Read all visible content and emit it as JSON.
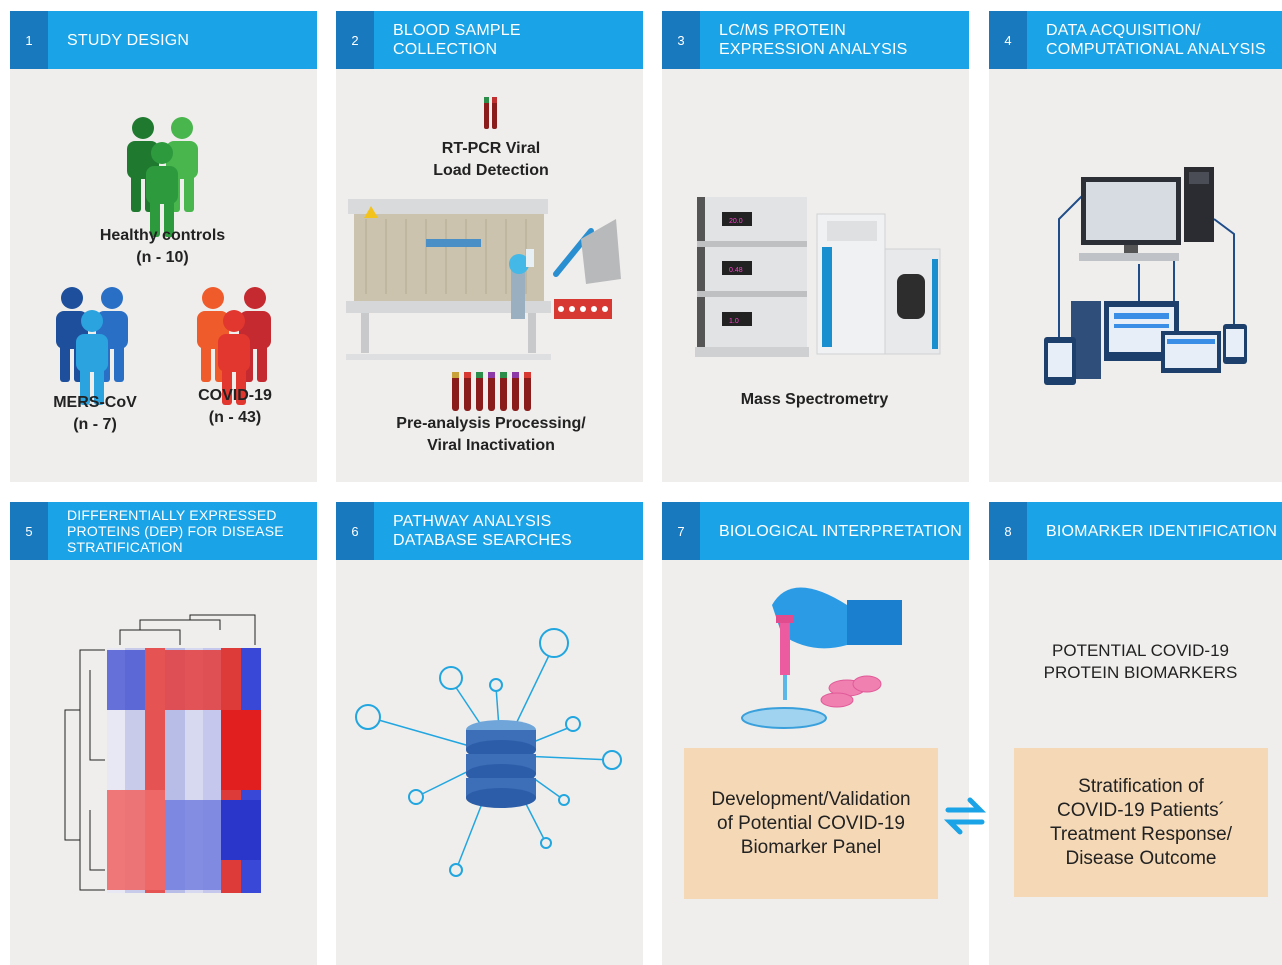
{
  "panels": [
    {
      "num": "1",
      "title": "STUDY DESIGN"
    },
    {
      "num": "2",
      "title": "BLOOD SAMPLE\nCOLLECTION"
    },
    {
      "num": "3",
      "title": "LC/MS PROTEIN\nEXPRESSION ANALYSIS"
    },
    {
      "num": "4",
      "title": "DATA ACQUISITION/\nCOMPUTATIONAL ANALYSIS"
    },
    {
      "num": "5",
      "title": "DIFFERENTIALLY EXPRESSED\nPROTEINS (DEP) FOR DISEASE\nSTRATIFICATION"
    },
    {
      "num": "6",
      "title": "PATHWAY ANALYSIS\nDATABASE SEARCHES"
    },
    {
      "num": "7",
      "title": "BIOLOGICAL INTERPRETATION"
    },
    {
      "num": "8",
      "title": "BIOMARKER IDENTIFICATION"
    }
  ],
  "study_design": {
    "healthy_label": "Healthy controls",
    "healthy_n": "(n - 10)",
    "mers_label": "MERS-CoV",
    "mers_n": "(n - 7)",
    "covid_label": "COVID-19",
    "covid_n": "(n - 43)"
  },
  "blood_sample": {
    "rtpcr": "RT-PCR Viral\nLoad Detection",
    "preanalysis": "Pre-analysis Processing/\nViral Inactivation"
  },
  "lcms": {
    "label": "Mass Spectrometry",
    "screen_readings": [
      "20.0",
      "0.48",
      "1.0"
    ]
  },
  "biomarker": {
    "title": "POTENTIAL COVID-19\nPROTEIN BIOMARKERS"
  },
  "boxes": {
    "validation": "Development/Validation\nof Potential COVID-19\nBiomarker Panel",
    "stratification": "Stratification of\nCOVID-19 Patients´\nTreatment Response/\nDisease Outcome"
  },
  "colors": {
    "header": "#1aa3e6",
    "number_tab": "#1879bf",
    "panel_bg": "#efeeec",
    "box": "#f5d9b7",
    "healthy": "#2e9a3e",
    "mers": "#1a6fc0",
    "covid": "#d9342b"
  }
}
